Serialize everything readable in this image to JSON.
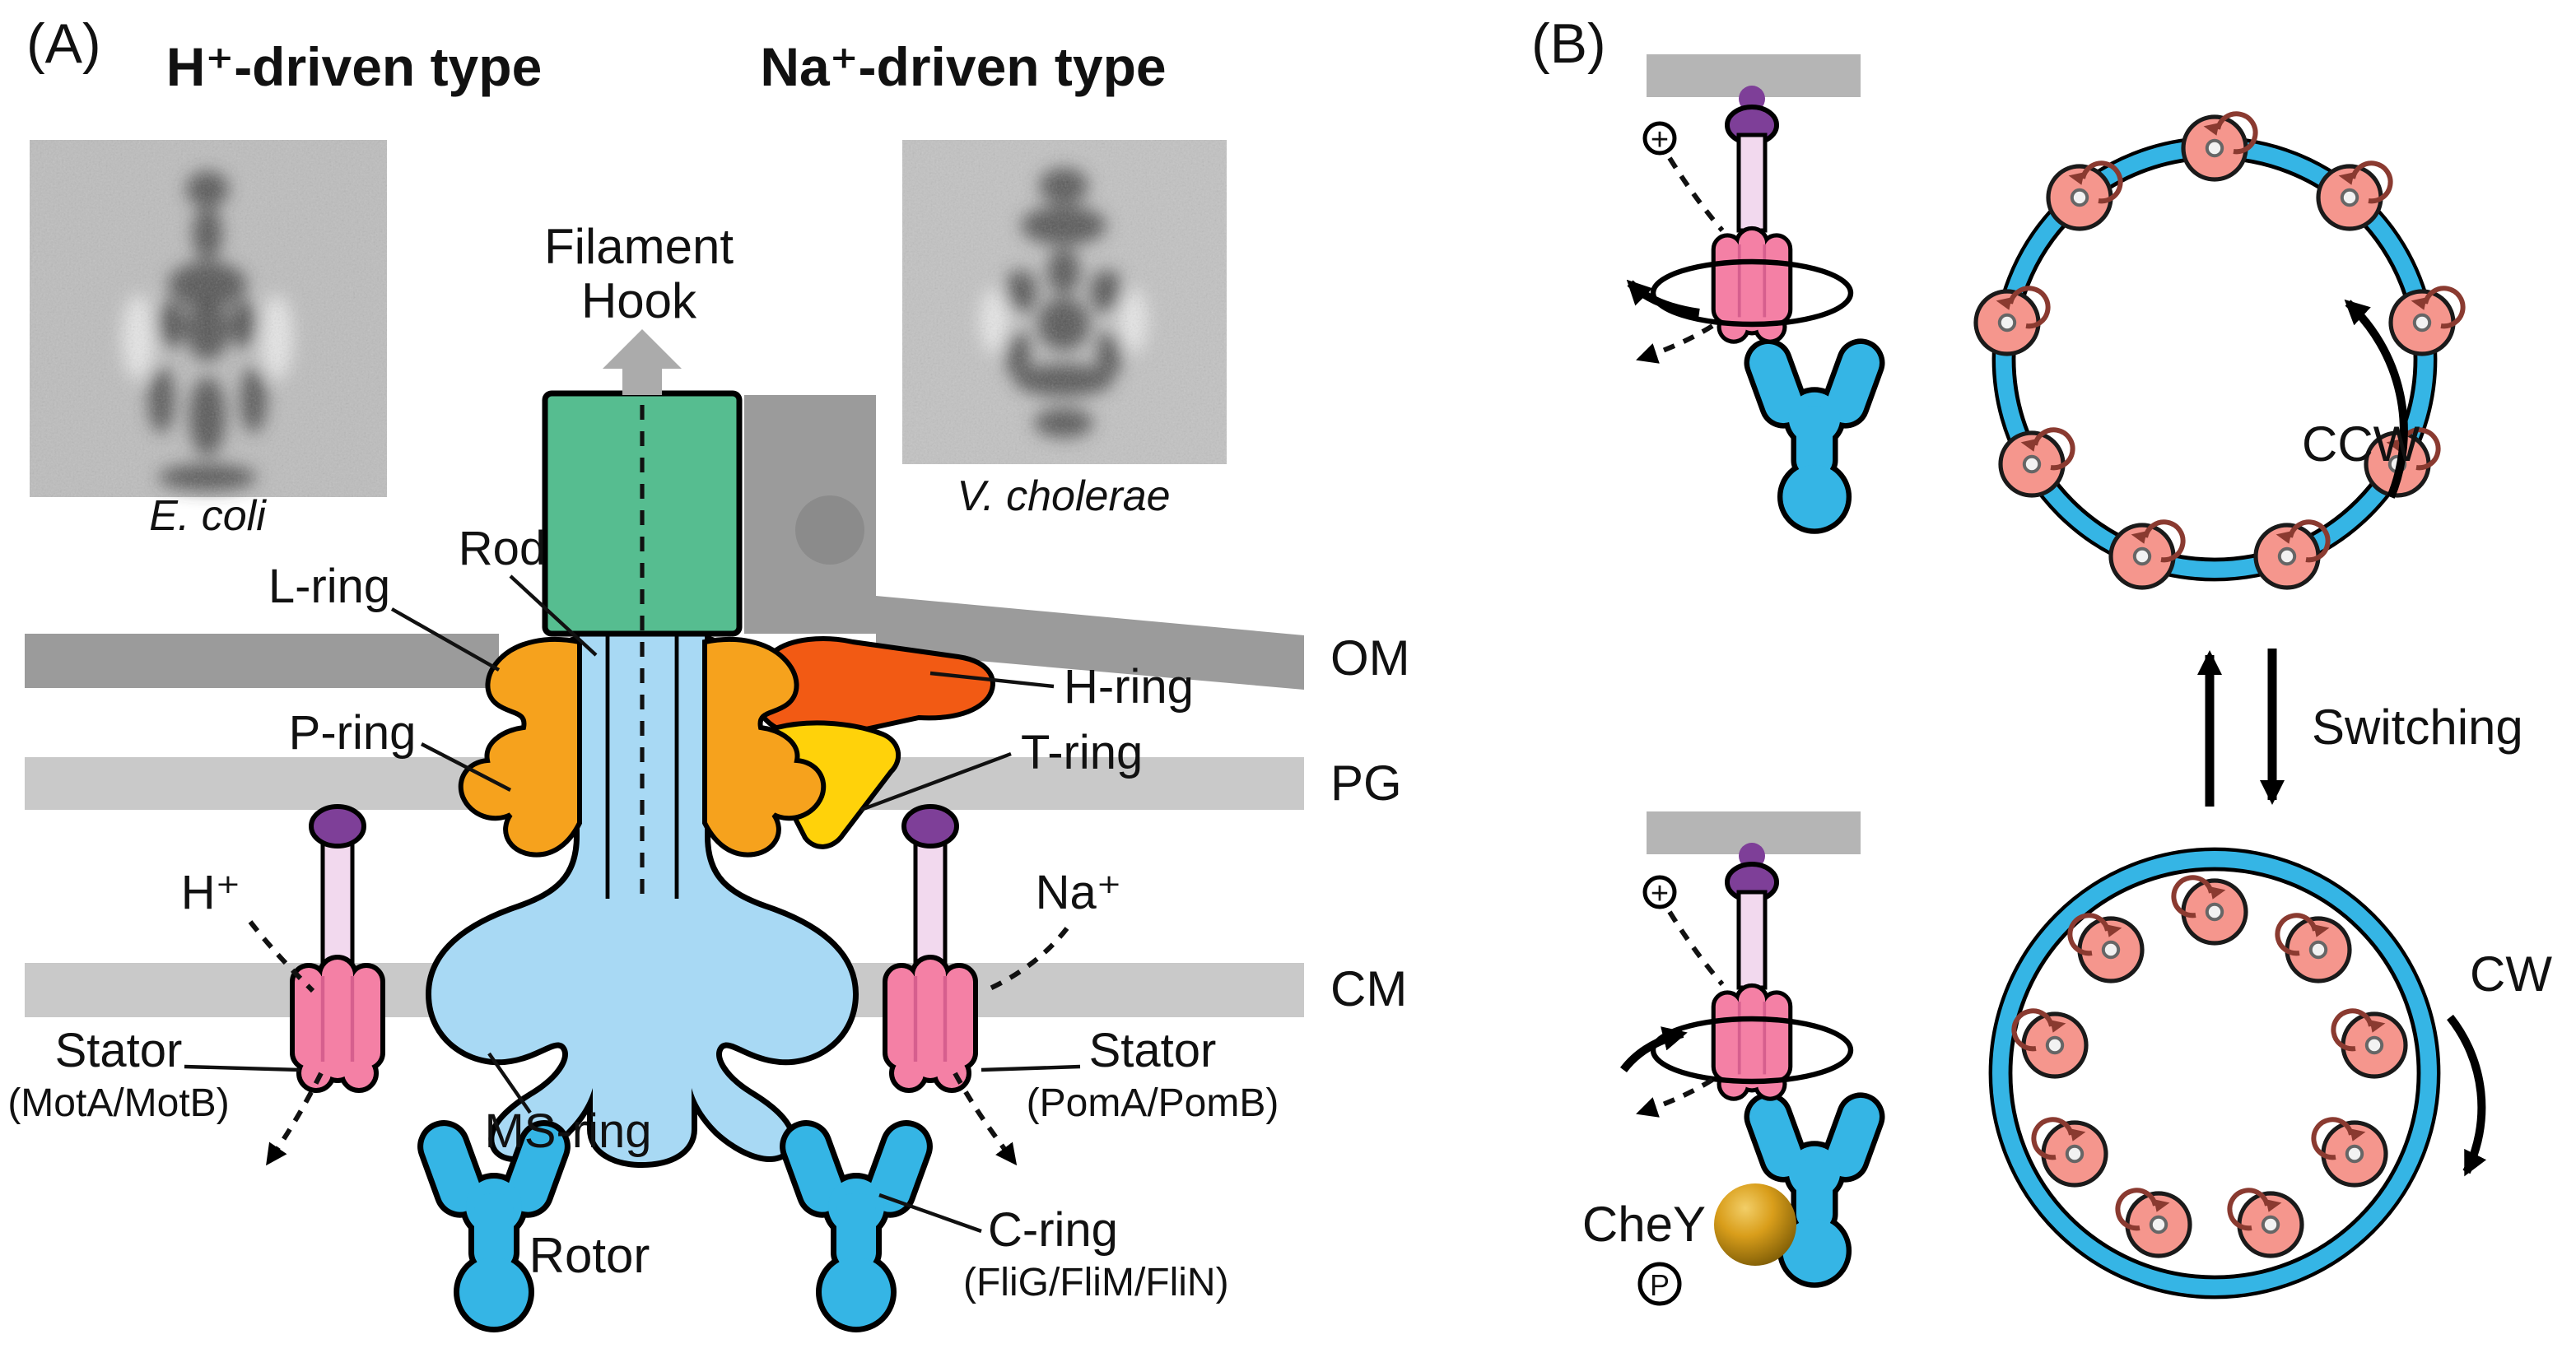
{
  "figure": {
    "panel_a": {
      "tag": "(A)",
      "left_title": "H⁺-driven type",
      "right_title": "Na⁺-driven type",
      "left_em_caption": "E. coli",
      "right_em_caption": "V. cholerae",
      "filament_line1": "Filament",
      "filament_line2": "Hook",
      "rod": "Rod",
      "l_ring": "L-ring",
      "p_ring": "P-ring",
      "h_ring": "H-ring",
      "t_ring": "T-ring",
      "om": "OM",
      "pg": "PG",
      "cm": "CM",
      "h_ion": "H⁺",
      "na_ion": "Na⁺",
      "stator_left": "Stator",
      "stator_left_sub": "(MotA/MotB)",
      "stator_right": "Stator",
      "stator_right_sub": "(PomA/PomB)",
      "ms_ring": "MS-ring",
      "rotor": "Rotor",
      "c_ring": "C-ring",
      "c_ring_sub": "(FliG/FliM/FliN)"
    },
    "panel_b": {
      "tag": "(B)",
      "ccw": "CCW",
      "cw": "CW",
      "switching": "Switching",
      "chey": "CheY",
      "phospho": "P",
      "ion_plus": "+"
    },
    "colors": {
      "filament_green": "#56BD90",
      "rod_ms_blue": "#A8D9F4",
      "rotor_blue": "#35B5E5",
      "lp_ring_orange": "#F6A21D",
      "h_ring_orange_red": "#F25A14",
      "t_ring_yellow": "#FFD20A",
      "stator_pink": "#F480A5",
      "stator_cap_purple": "#7E3F98",
      "panel_b_stator_salmon": "#F5968D",
      "chey_gold": "#D99E1B",
      "outer_membrane_gray": "#9B9B9B",
      "inner_membrane_gray": "#C9C9C9"
    }
  }
}
